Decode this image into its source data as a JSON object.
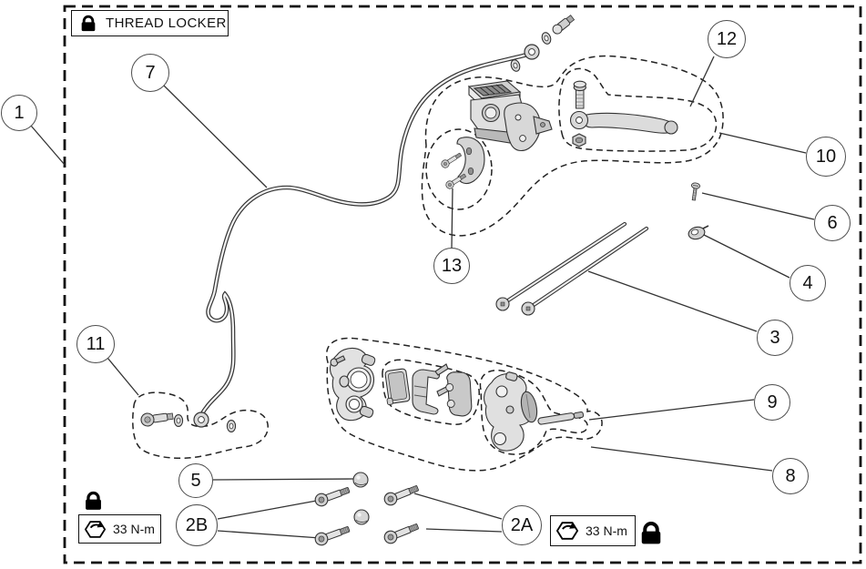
{
  "figure": {
    "background": "#ffffff",
    "line_color": "#1a1a1a",
    "part_fill": "#e0e0e0"
  },
  "labels": {
    "thread_locker": "THREAD LOCKER",
    "torque_left": "33 N-m",
    "torque_right": "33 N-m"
  },
  "icons": {
    "thread_locker_icon": "padlock",
    "torque_icon": "hex-nut-with-torque-arrow",
    "torque_left_adhesive_icon": "padlock",
    "torque_right_adhesive_icon": "padlock"
  },
  "callouts": [
    {
      "label": "1"
    },
    {
      "label": "7"
    },
    {
      "label": "12"
    },
    {
      "label": "10"
    },
    {
      "label": "6"
    },
    {
      "label": "4"
    },
    {
      "label": "3"
    },
    {
      "label": "13"
    },
    {
      "label": "11"
    },
    {
      "label": "9"
    },
    {
      "label": "8"
    },
    {
      "label": "5"
    },
    {
      "label": "2B"
    },
    {
      "label": "2A"
    }
  ]
}
